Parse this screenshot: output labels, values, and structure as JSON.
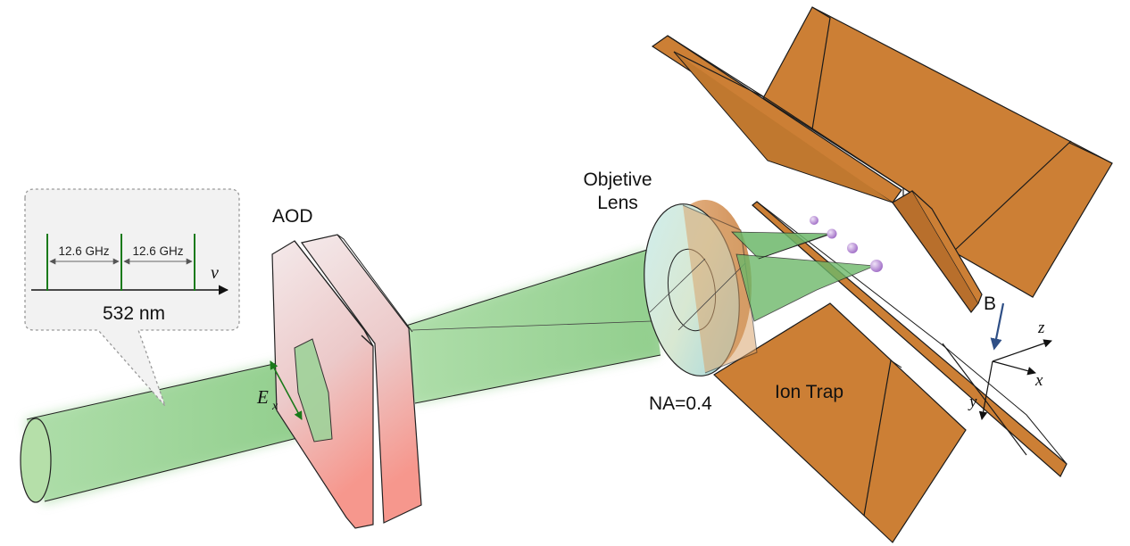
{
  "labels": {
    "aod": "AOD",
    "objective_line1": "Objetive",
    "objective_line2": "Lens",
    "na": "NA=0.4",
    "ion_trap": "Ion Trap",
    "polarization": "E",
    "polarization_sub": "x",
    "b_field": "B"
  },
  "spectrum": {
    "spacing_left": "12.6 GHz",
    "spacing_right": "12.6 GHz",
    "axis_symbol": "ν",
    "wavelength": "532 nm"
  },
  "axes": {
    "z": "z",
    "x": "x",
    "y": "y"
  },
  "colors": {
    "beam": "#8fcf8a",
    "spectral_line": "#1a7a1a",
    "electrode": "#cc7f35",
    "electrode_edge": "#1a1a1a",
    "aod_top": "#efe0e2",
    "aod_bottom": "#f3a49a",
    "lens": "#b9e0e6",
    "ion": "#b889d6",
    "b_arrow": "#2f4f86"
  }
}
